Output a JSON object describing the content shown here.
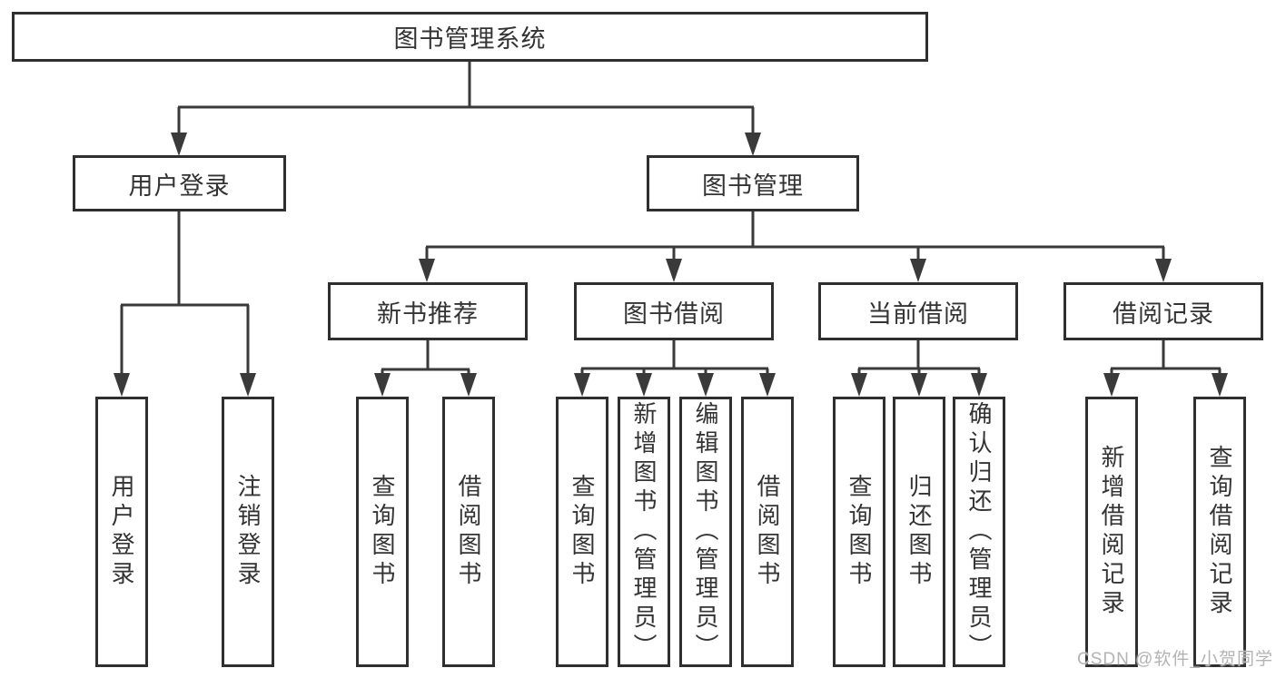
{
  "diagram": {
    "type": "hierarchy-tree",
    "nodes": {
      "root": {
        "label": "图书管理系统"
      },
      "user_login": {
        "label": "用户登录"
      },
      "book_management": {
        "label": "图书管理"
      },
      "new_book_recommend": {
        "label": "新书推荐"
      },
      "book_borrow": {
        "label": "图书借阅"
      },
      "current_borrow": {
        "label": "当前借阅"
      },
      "borrow_records": {
        "label": "借阅记录"
      },
      "leaf_user_login": {
        "label": "用户登录"
      },
      "leaf_logout": {
        "label": "注销登录"
      },
      "leaf_query_book_a": {
        "label": "查询图书"
      },
      "leaf_borrow_book_a": {
        "label": "借阅图书"
      },
      "leaf_query_book_b": {
        "label": "查询图书"
      },
      "leaf_add_book_admin": {
        "label": "新增图书（管理员）"
      },
      "leaf_edit_book_admin": {
        "label": "编辑图书（管理员）"
      },
      "leaf_borrow_book_b": {
        "label": "借阅图书"
      },
      "leaf_query_book_c": {
        "label": "查询图书"
      },
      "leaf_return_book": {
        "label": "归还图书"
      },
      "leaf_confirm_return_admin": {
        "label": "确认归还（管理员）"
      },
      "leaf_add_borrow_record": {
        "label": "新增借阅记录"
      },
      "leaf_query_borrow_record": {
        "label": "查询借阅记录"
      }
    },
    "hierarchy": {
      "图书管理系统": {
        "用户登录": [
          "用户登录",
          "注销登录"
        ],
        "图书管理": {
          "新书推荐": [
            "查询图书",
            "借阅图书"
          ],
          "图书借阅": [
            "查询图书",
            "新增图书（管理员）",
            "编辑图书（管理员）",
            "借阅图书"
          ],
          "当前借阅": [
            "查询图书",
            "归还图书",
            "确认归还（管理员）"
          ],
          "借阅记录": [
            "新增借阅记录",
            "查询借阅记录"
          ]
        }
      }
    }
  },
  "watermark": {
    "text": "CSDN @软件_小贺同学"
  },
  "colors": {
    "line": "#3a3a3a",
    "box_border": "#2f2f2f",
    "text": "#333333",
    "background": "#ffffff",
    "watermark": "#b3b3b3"
  }
}
